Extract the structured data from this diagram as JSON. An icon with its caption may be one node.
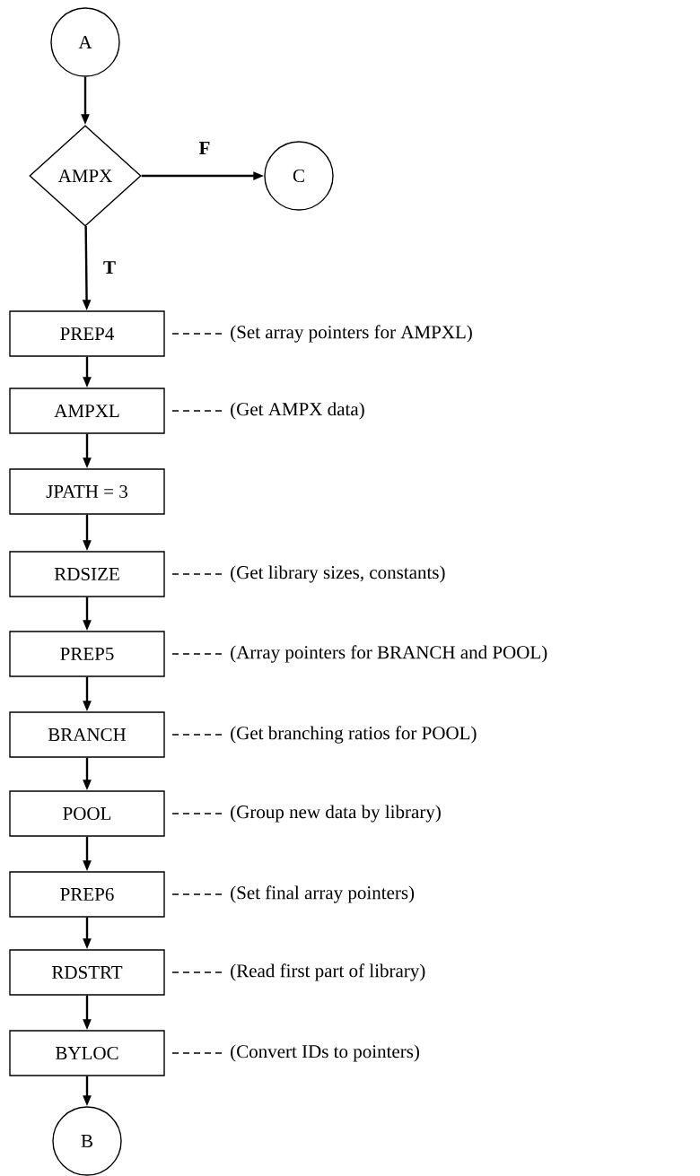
{
  "diagram": {
    "nodes": [
      {
        "text": [
          "A"
        ]
      },
      {
        "text": [
          "AMPX"
        ]
      },
      {
        "text": [
          "C"
        ]
      },
      {
        "text": [
          "PREP4"
        ],
        "beside": [
          "(Set array pointers for AMPXL)"
        ]
      },
      {
        "text": [
          "AMPXL"
        ],
        "beside": [
          "(Get AMPX data)"
        ]
      },
      {
        "text": [
          "JPATH = 3"
        ]
      },
      {
        "text": [
          "RDSIZE"
        ],
        "beside": [
          "(Get library sizes, constants)"
        ]
      },
      {
        "text": [
          "PREP5"
        ],
        "beside": [
          "(Array pointers for BRANCH and POOL)"
        ]
      },
      {
        "text": [
          "BRANCH"
        ],
        "beside": [
          "(Get branching ratios for POOL)"
        ]
      },
      {
        "text": [
          "POOL"
        ],
        "beside": [
          "(Group new data by library)"
        ]
      },
      {
        "text": [
          "PREP6"
        ],
        "beside": [
          "(Set final array pointers)"
        ]
      },
      {
        "text": [
          "RDSTRT"
        ],
        "beside": [
          "(Read first part of library)"
        ]
      },
      {
        "text": [
          "BYLOC"
        ],
        "beside": [
          "(Convert IDs to pointers)"
        ]
      },
      {
        "text": [
          "B"
        ]
      }
    ],
    "edges": [
      {
        "from": 0,
        "to": 1,
        "arrow": "to"
      },
      {
        "from": 1,
        "to": 2,
        "arrow": "to",
        "label": "F"
      },
      {
        "from": 1,
        "to": 3,
        "arrow": "to",
        "label": "T"
      },
      {
        "from": 3,
        "to": 4,
        "arrow": "to"
      },
      {
        "from": 4,
        "to": 5,
        "arrow": "to"
      },
      {
        "from": 5,
        "to": 6,
        "arrow": "to"
      },
      {
        "from": 6,
        "to": 7,
        "arrow": "to"
      },
      {
        "from": 7,
        "to": 8,
        "arrow": "to"
      },
      {
        "from": 8,
        "to": 9,
        "arrow": "to"
      },
      {
        "from": 9,
        "to": 10,
        "arrow": "to"
      },
      {
        "from": 10,
        "to": 11,
        "arrow": "to"
      },
      {
        "from": 11,
        "to": 12,
        "arrow": "to"
      },
      {
        "from": 12,
        "to": 13,
        "arrow": "to"
      }
    ]
  }
}
